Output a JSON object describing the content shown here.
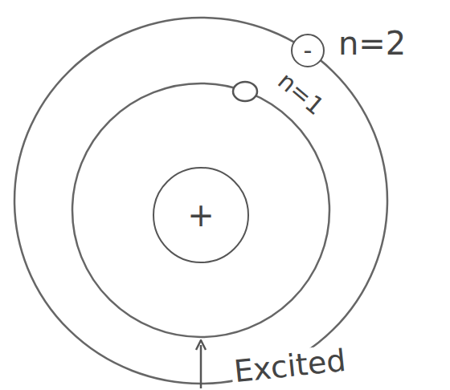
{
  "diagram": {
    "nodes": [
      {
        "text": [
          "+"
        ]
      },
      {
        "text": [
          "-"
        ]
      }
    ],
    "labels": [
      "n=2",
      "n=1",
      "Excited"
    ]
  }
}
